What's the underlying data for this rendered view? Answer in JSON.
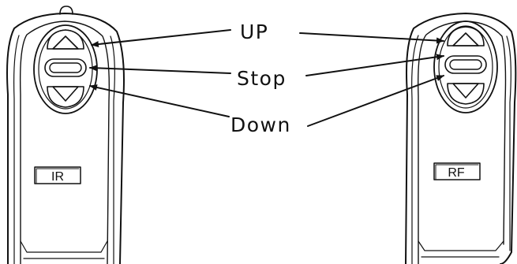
{
  "labels": {
    "up": "UP",
    "stop": "Stop",
    "down": "Down"
  },
  "remotes": {
    "left_tag": "IR",
    "right_tag": "RF"
  },
  "colors": {
    "line": "#111111",
    "background": "#ffffff"
  }
}
